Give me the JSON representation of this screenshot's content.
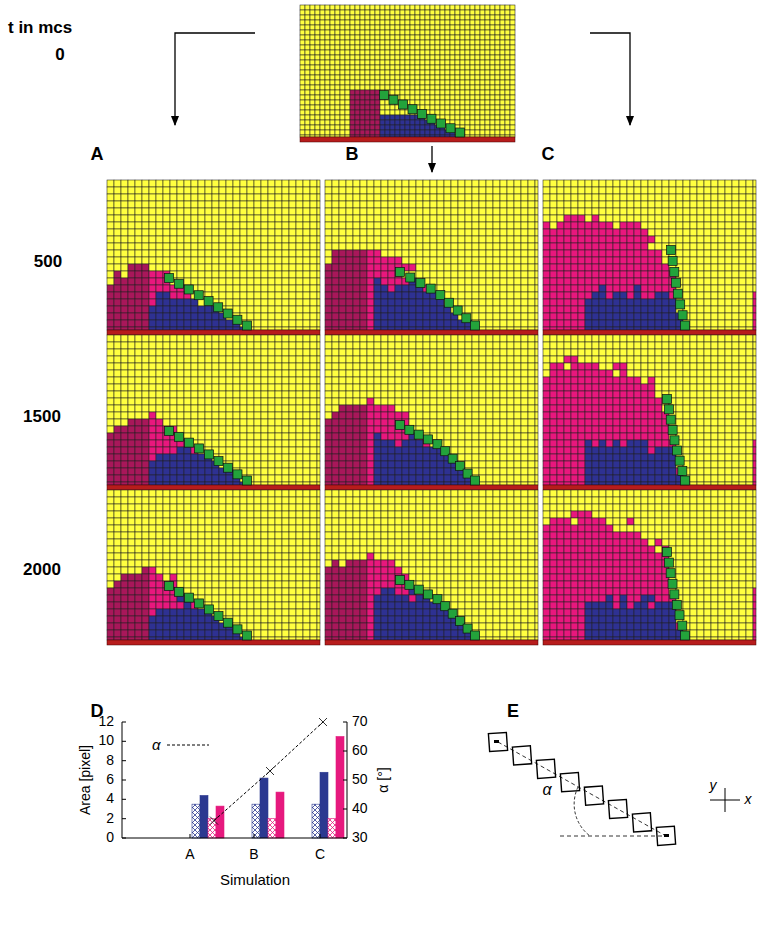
{
  "diagram": {
    "labels": [
      "t in mcs",
      "0",
      "A",
      "B",
      "C",
      "500",
      "1500",
      "2000",
      "D",
      "Area [pixel]",
      "α [°]",
      "12",
      "10",
      "8",
      "6",
      "4",
      "2",
      "0",
      "70",
      "60",
      "50",
      "40",
      "30",
      "A",
      "B",
      "C",
      "Simulation",
      "E",
      "α",
      "y",
      "x"
    ],
    "legend": [
      {
        "text": "α"
      }
    ]
  }
}
